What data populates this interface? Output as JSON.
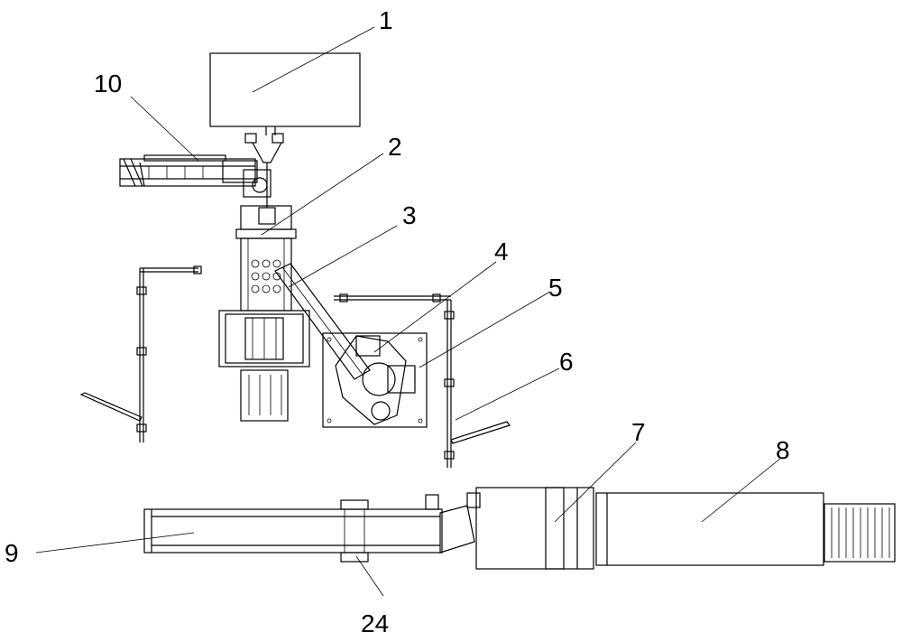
{
  "labels": {
    "l1": "1",
    "l2": "2",
    "l3": "3",
    "l4": "4",
    "l5": "5",
    "l6": "6",
    "l7": "7",
    "l8": "8",
    "l9": "9",
    "l10": "10",
    "l24": "24"
  }
}
